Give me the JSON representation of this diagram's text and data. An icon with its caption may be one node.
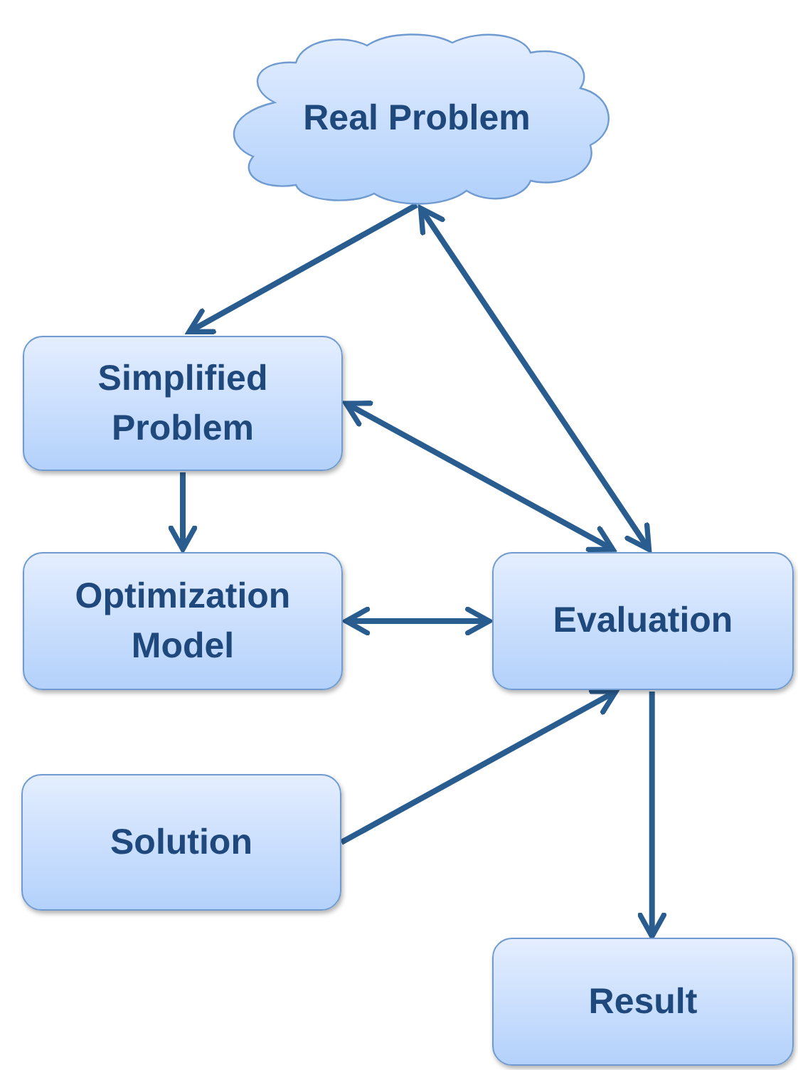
{
  "diagram": {
    "nodes": [
      {
        "text": [
          "Real Problem"
        ]
      },
      {
        "text": [
          "Simplified Problem"
        ]
      },
      {
        "text": [
          "Optimization Model"
        ]
      },
      {
        "text": [
          "Evaluation"
        ]
      },
      {
        "text": [
          "Solution"
        ]
      },
      {
        "text": [
          "Result"
        ]
      }
    ],
    "edges": [
      {
        "from": 0,
        "to": 1,
        "arrow": "to"
      },
      {
        "from": 1,
        "to": 3,
        "arrow": "both"
      },
      {
        "from": 0,
        "to": 3,
        "arrow": "both"
      },
      {
        "from": 1,
        "to": 2,
        "arrow": "to"
      },
      {
        "from": 2,
        "to": 3,
        "arrow": "both"
      },
      {
        "from": 4,
        "to": 3,
        "arrow": "to"
      },
      {
        "from": 3,
        "to": 5,
        "arrow": "to"
      }
    ]
  }
}
